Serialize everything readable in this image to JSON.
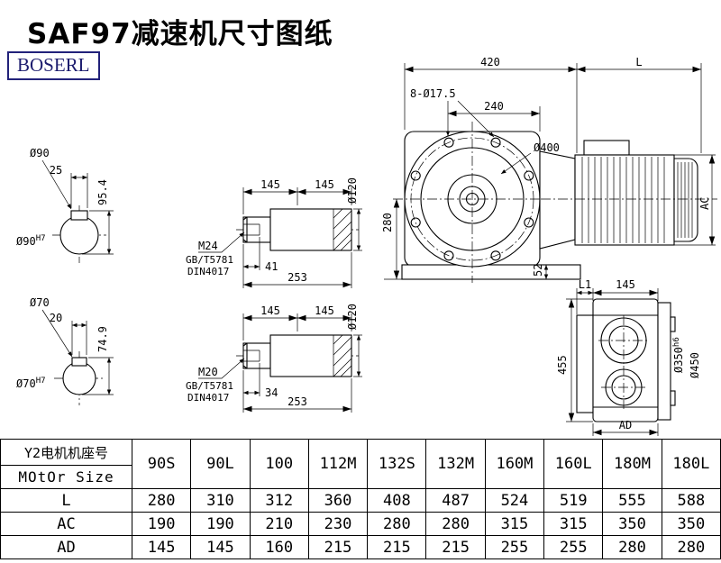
{
  "page": {
    "title": "SAF97减速机尺寸图纸",
    "brand": "BOSERL"
  },
  "colors": {
    "line": "#000000",
    "brand": "#22227a",
    "background": "#ffffff"
  },
  "drawings": {
    "section_top": {
      "dia_label": "Ø90",
      "key_width": "25",
      "height": "95.4",
      "bore": "Ø90",
      "bore_tol": "H7"
    },
    "section_bottom": {
      "dia_label": "Ø70",
      "key_width": "20",
      "height": "74.9",
      "bore": "Ø70",
      "bore_tol": "H7"
    },
    "shaft_top": {
      "seg1": "145",
      "seg2": "145",
      "dia": "Ø120",
      "thread": "M24",
      "std1": "GB/T5781",
      "std2": "DIN4017",
      "depth": "41",
      "total": "253"
    },
    "shaft_bottom": {
      "seg1": "145",
      "seg2": "145",
      "dia": "Ø120",
      "thread": "M20",
      "std1": "GB/T5781",
      "std2": "DIN4017",
      "depth": "34",
      "total": "253"
    },
    "front_view": {
      "width": "420",
      "motor_len": "L",
      "bolt_holes": "8-Ø17.5",
      "pitch": "240",
      "flange_dia": "Ø400",
      "center_height": "280",
      "base_height": "52",
      "motor_height": "AC"
    },
    "side_view": {
      "l1": "L1",
      "body_w": "145",
      "height": "455",
      "spigot": "Ø350",
      "spigot_tol": "h6",
      "flange": "Ø450",
      "depth": "AD"
    }
  },
  "table": {
    "header_line1": "Y2电机机座号",
    "header_line2": "MOtOr Size",
    "sizes": [
      "90S",
      "90L",
      "100",
      "112M",
      "132S",
      "132M",
      "160M",
      "160L",
      "180M",
      "180L"
    ],
    "rows": [
      {
        "label": "L",
        "values": [
          "280",
          "310",
          "312",
          "360",
          "408",
          "487",
          "524",
          "519",
          "555",
          "588"
        ]
      },
      {
        "label": "AC",
        "values": [
          "190",
          "190",
          "210",
          "230",
          "280",
          "280",
          "315",
          "315",
          "350",
          "350"
        ]
      },
      {
        "label": "AD",
        "values": [
          "145",
          "145",
          "160",
          "215",
          "215",
          "215",
          "255",
          "255",
          "280",
          "280"
        ]
      }
    ]
  }
}
